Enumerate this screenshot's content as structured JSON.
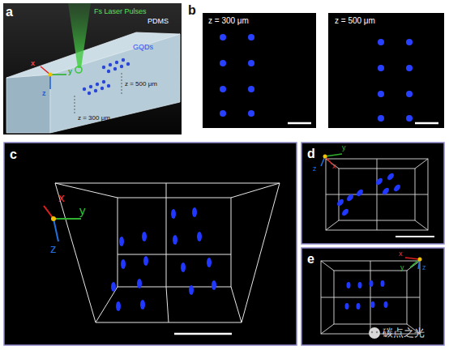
{
  "diagram": {
    "labels": [
      "a",
      "Fs Laser Pulses",
      "PDMS",
      "x",
      "y",
      "GQDs",
      "z = 500 μm",
      "z",
      "z = 300 μm",
      "b",
      "z = 300 μm",
      "z = 500 μm",
      "c",
      "x",
      "y",
      "z",
      "d",
      "y",
      "x",
      "z",
      "e",
      "x",
      "y",
      "z",
      "碳点之光"
    ]
  }
}
